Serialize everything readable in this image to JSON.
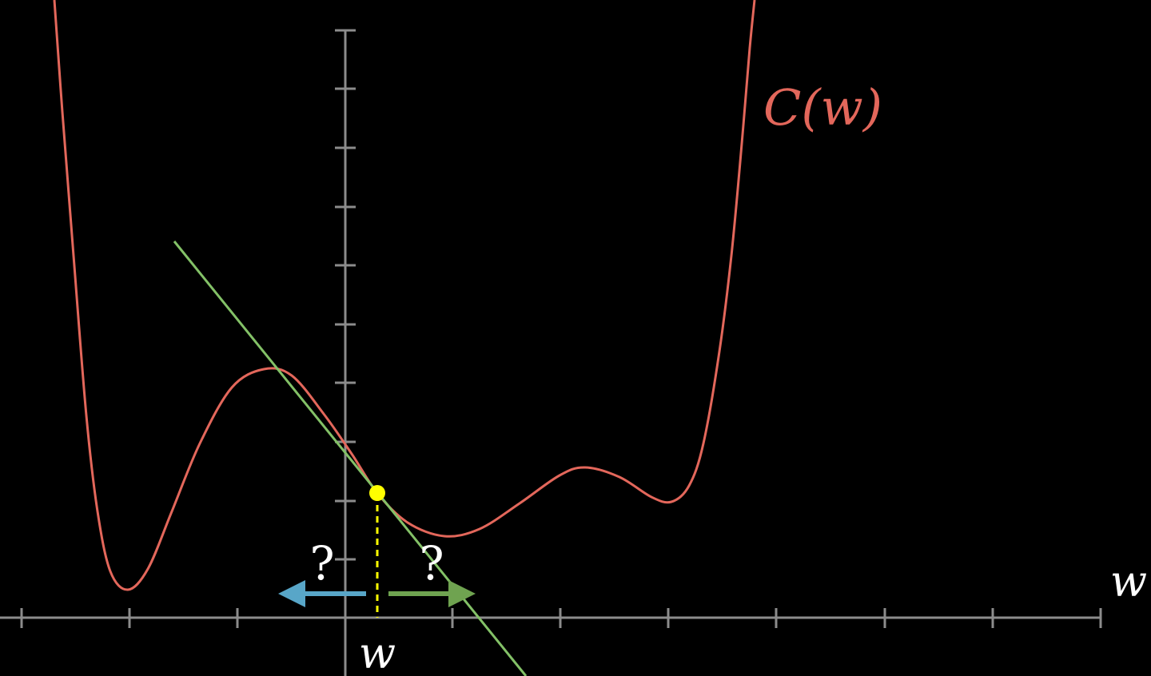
{
  "function_label": {
    "text": "C(w)",
    "color": "#e3675b"
  },
  "axis_label": {
    "x": "w"
  },
  "point_label": "w",
  "question_marks": {
    "left": "?",
    "right": "?"
  },
  "colors": {
    "background": "#000000",
    "axis": "#8c8c8c",
    "curve": "#e3675b",
    "tangent": "#83c167",
    "point": "#ffff00",
    "dashed_guide": "#ffff00",
    "arrow_left": "#58a6c8",
    "arrow_right": "#6fa350",
    "text": "#ffffff"
  },
  "icons": {
    "left_arrow": "left-arrow-icon",
    "right_arrow": "right-arrow-icon"
  }
}
